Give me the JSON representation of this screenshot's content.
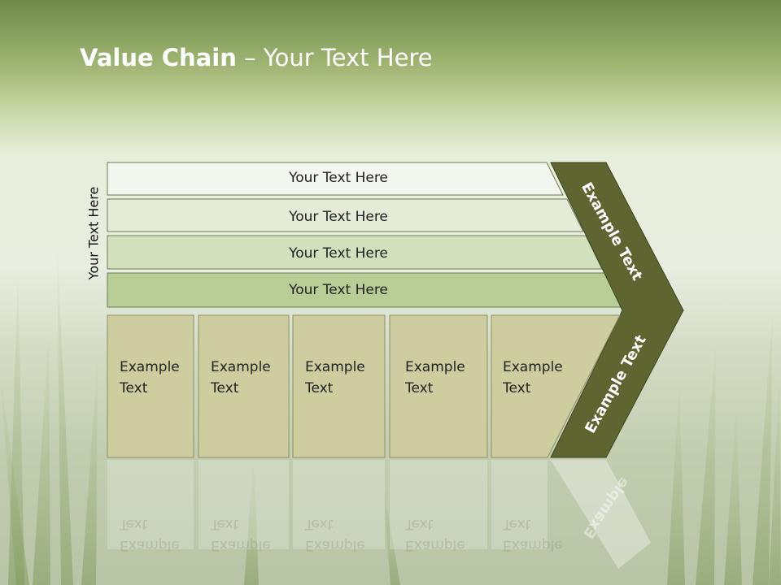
{
  "title": {
    "bold": "Value Chain",
    "separator": " – ",
    "rest": "Your Text Here"
  },
  "side_label": "Your Text Here",
  "rows": [
    {
      "label": "Your Text Here",
      "fill": "#f2f6ee"
    },
    {
      "label": "Your Text Here",
      "fill": "#e4ecd8"
    },
    {
      "label": "Your Text Here",
      "fill": "#d2e0bd"
    },
    {
      "label": "Your Text Here",
      "fill": "#b9cd97"
    }
  ],
  "boxes": [
    {
      "label": "Example\nText"
    },
    {
      "label": "Example\nText"
    },
    {
      "label": "Example\nText"
    },
    {
      "label": "Example\nText"
    },
    {
      "label": "Example\nText"
    }
  ],
  "chevron": {
    "top_label": "Example Text",
    "bottom_label": "Example Text",
    "fill": "#5f6531",
    "reflection_label": "Example"
  },
  "colors": {
    "box_fill": "#cdcd9f",
    "box_stroke": "#8e8e66",
    "row_stroke": "#6f7a55"
  }
}
